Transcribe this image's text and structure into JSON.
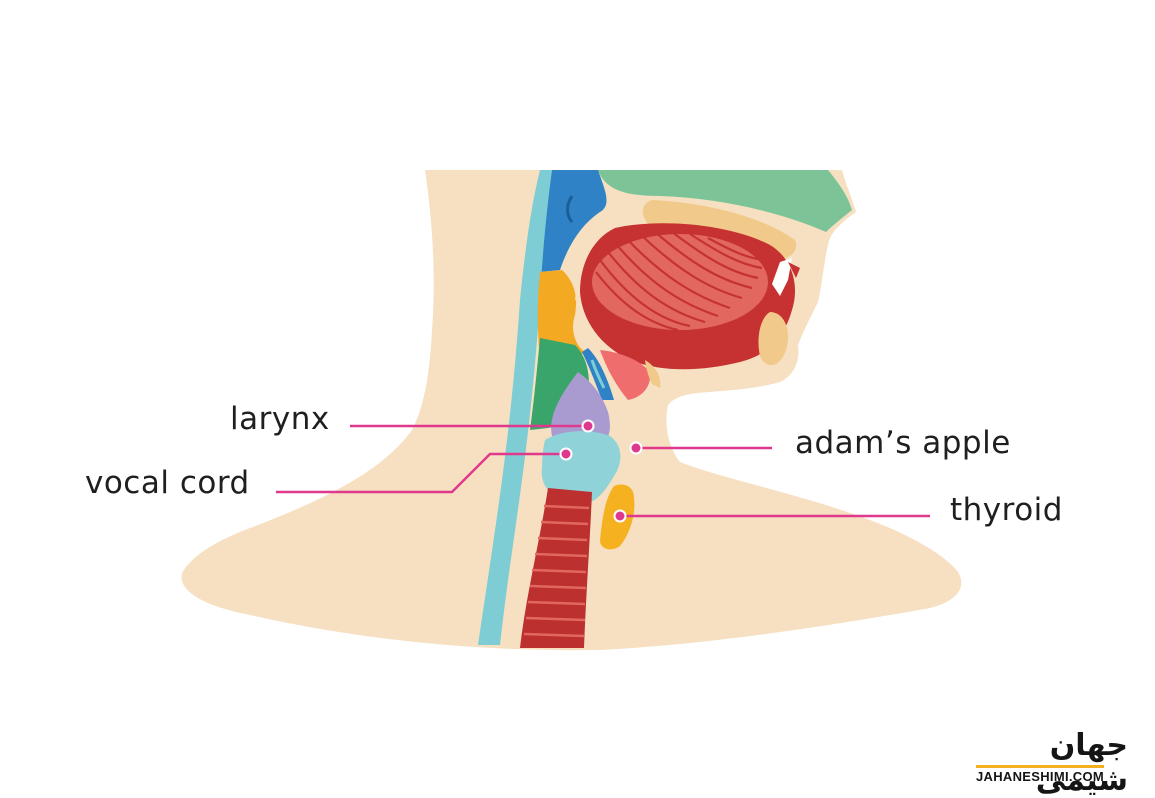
{
  "labels": {
    "larynx": "larynx",
    "vocal_cord": "vocal cord",
    "adams_apple": "adam’s apple",
    "thyroid": "thyroid"
  },
  "logo": {
    "persian_text": "جهان شیمی",
    "site": "JAHANESHIMI.COM"
  },
  "colors": {
    "skin": "#f6e0c1",
    "leader_line": "#e0388d",
    "tongue": "#c63232",
    "tongue_stripes": "#e2685f",
    "trachea": "#bd3030",
    "spine_teal": "#7ecdd4",
    "larynx_purple": "#a99bd0",
    "vocal_cord_blue": "#8fd3d8",
    "thyroid_orange": "#f5b120",
    "palate_green": "#7cc397",
    "brain_blue": "#2f82c5",
    "muscle_orange": "#f4a922",
    "neck_green": "#3aa56b"
  }
}
